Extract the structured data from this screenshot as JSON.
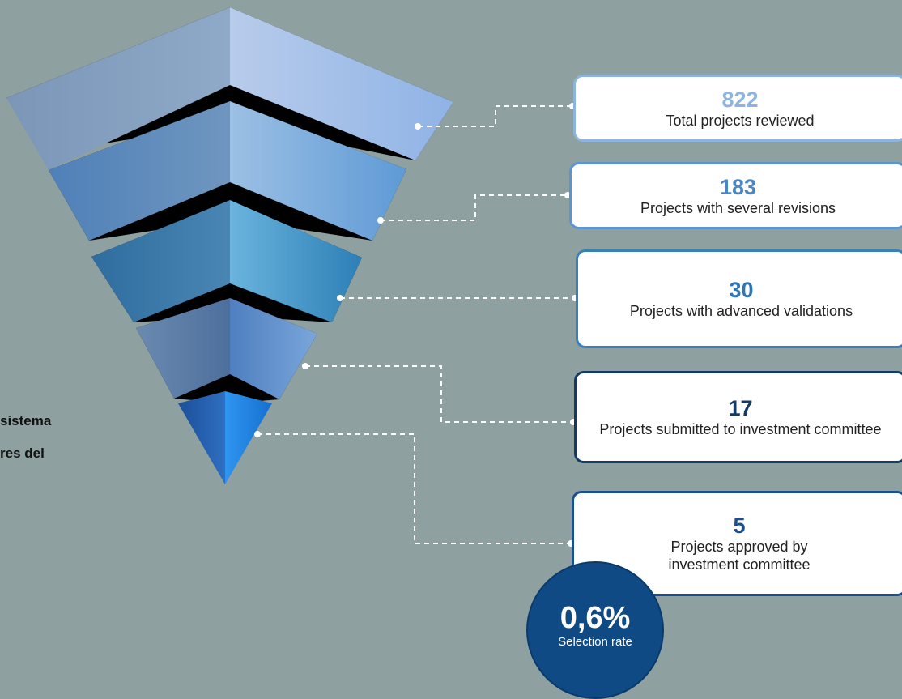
{
  "side_text": {
    "line1": "sistema",
    "line2": "res del"
  },
  "stages": [
    {
      "value": "822",
      "label": "Total projects reviewed",
      "color": "#8cb4e0",
      "num_color": "#8cb4e0"
    },
    {
      "value": "183",
      "label": "Projects with several revisions",
      "color": "#5b94cf",
      "num_color": "#4a86c6"
    },
    {
      "value": "30",
      "label": "Projects with advanced validations",
      "color": "#3a7fb8",
      "num_color": "#2e77b4"
    },
    {
      "value": "17",
      "label": "Projects submitted to investment committee",
      "color": "#143a64",
      "num_color": "#143a64"
    },
    {
      "value": "5",
      "label": "Projects approved by investment committee",
      "color": "#1c4f8e",
      "num_color": "#1c4f8e"
    }
  ],
  "selection": {
    "rate": "0,6%",
    "label": "Selection rate"
  }
}
